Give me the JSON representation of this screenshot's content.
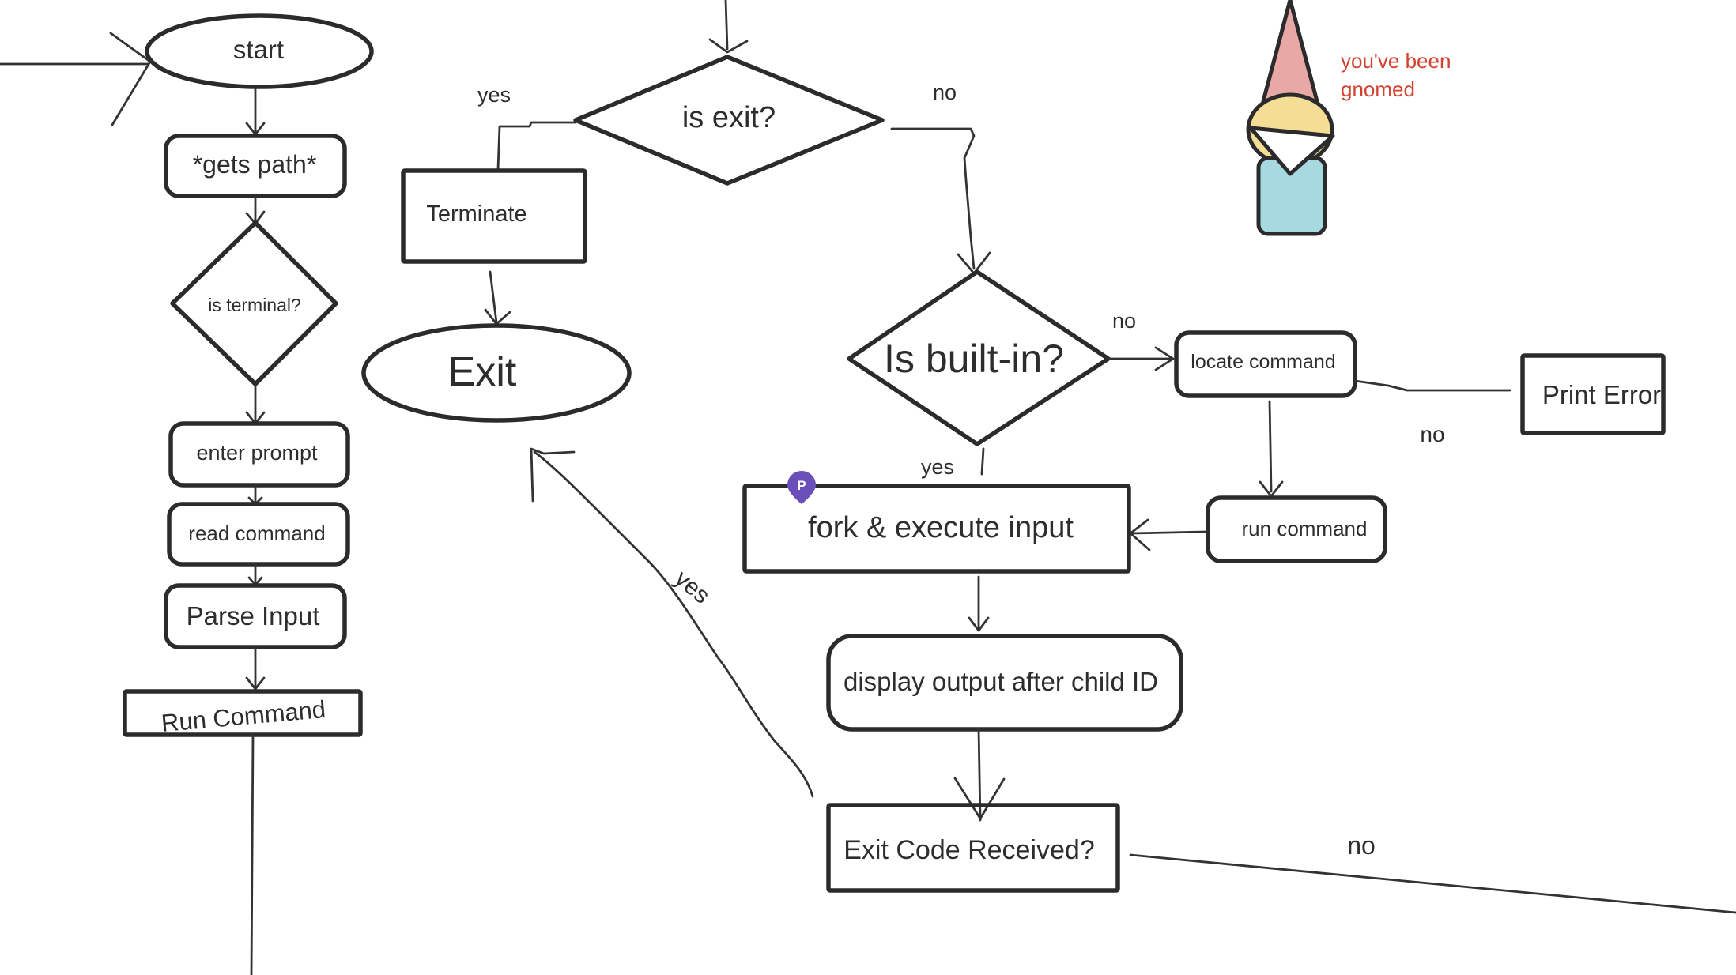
{
  "diagram": {
    "nodes": {
      "start": "start",
      "gets_path": "*gets path*",
      "is_terminal": "is terminal?",
      "enter_prompt": "enter prompt",
      "read_command": "read command",
      "parse_input": "Parse Input",
      "run_command_left": "Run Command",
      "is_exit": "is exit?",
      "terminate": "Terminate",
      "exit": "Exit",
      "is_builtin": "Is built-in?",
      "locate_command": "locate command",
      "print_error": "Print Error",
      "run_command": "run command",
      "fork_execute": "fork & execute input",
      "display_output": "display output after child ID",
      "exit_code": "Exit Code Received?"
    },
    "edge_labels": {
      "exit_yes": "yes",
      "exit_no": "no",
      "builtin_no": "no",
      "builtin_yes": "yes",
      "locate_no": "no",
      "exitcode_yes": "yes",
      "exitcode_no": "no"
    },
    "annotation": {
      "line1": "you've been",
      "line2": "gnomed"
    },
    "cursor_marker": "P"
  },
  "colors": {
    "ink": "#2b2b2b",
    "annotation": "#d2412f",
    "gnome_hat": "#e8a9a6",
    "gnome_face": "#f5dd96",
    "gnome_body": "#a7d9e0",
    "marker": "#6a4fb8"
  }
}
